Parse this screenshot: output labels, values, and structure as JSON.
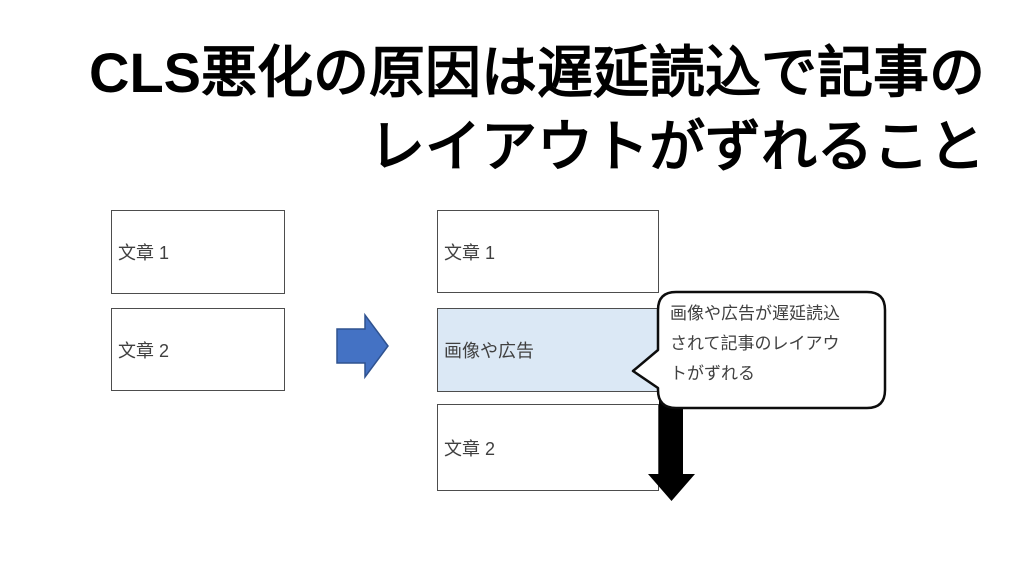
{
  "title": {
    "lines": [
      "CLS悪化の原因は遅延読込で記事の",
      "レイアウトがずれること"
    ]
  },
  "before_column": {
    "boxes": [
      {
        "label": "文章 1"
      },
      {
        "label": "文章 2"
      }
    ]
  },
  "after_column": {
    "boxes": [
      {
        "label": "文章 1"
      },
      {
        "label": "画像や広告",
        "highlighted": true
      },
      {
        "label": "文章 2"
      }
    ]
  },
  "callout": {
    "lines": [
      "画像や広告が遅延読込",
      "されて記事のレイアウ",
      "トがずれる"
    ]
  },
  "icons": [
    {
      "name": "transform-right-arrow-icon",
      "meaning": "before state changes to after state"
    },
    {
      "name": "layout-shift-down-arrow-icon",
      "meaning": "content pushed downward"
    }
  ],
  "colors": {
    "title_text": "#000000",
    "box_border": "#4d4d4d",
    "box_label_text": "#404040",
    "highlight_box_fill": "#dbe8f5",
    "transform_arrow_fill": "#4472c4",
    "transform_arrow_border": "#2f528f",
    "shift_arrow_fill": "#000000",
    "callout_border": "#0d0d0d",
    "callout_fill": "#ffffff",
    "callout_text": "#404040",
    "background": "#ffffff"
  }
}
